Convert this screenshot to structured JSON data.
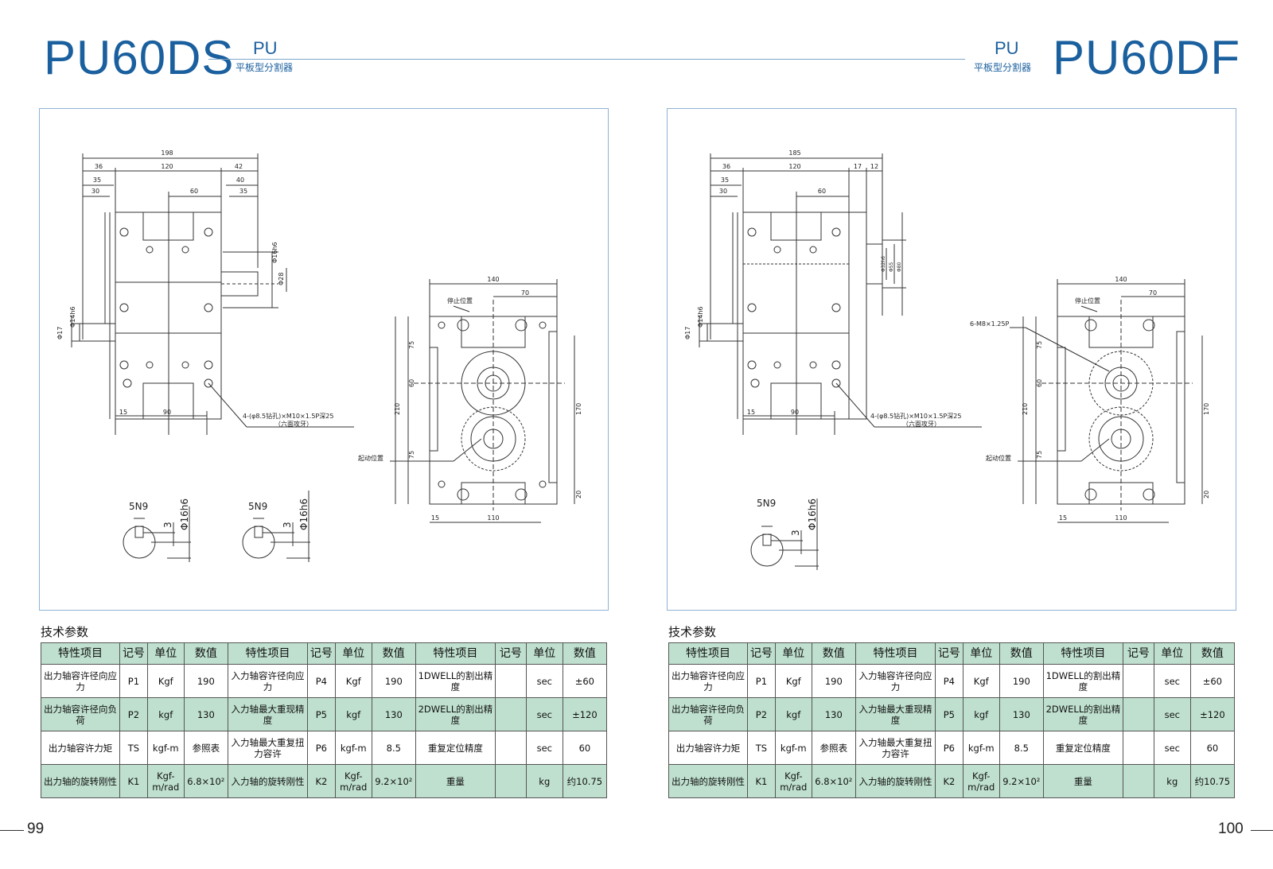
{
  "left": {
    "model": "PU60DS",
    "series": "PU",
    "subtitle": "平板型分割器",
    "section_title": "技术参数",
    "page_number": "99",
    "drawing": {
      "top_dims": [
        "198",
        "36",
        "120",
        "42",
        "35",
        "40",
        "30",
        "60",
        "35"
      ],
      "bottom_dims": [
        "15",
        "90"
      ],
      "shaft_dims": [
        "Φ16h6",
        "Φ28",
        "Φ14h6",
        "Φ17"
      ],
      "note_line1": "4-(φ8.5钻孔)×M10×1.5P深25",
      "note_line2": "（六面攻牙）",
      "side_dims": [
        "140",
        "70",
        "75",
        "60",
        "75",
        "210",
        "170",
        "20",
        "15",
        "110"
      ],
      "stop_label": "停止位置",
      "start_label": "起动位置",
      "key1": {
        "width": "5N9",
        "depth": "3",
        "dia": "Φ16h6"
      },
      "key2": {
        "width": "5N9",
        "depth": "3",
        "dia": "Φ16h6"
      }
    }
  },
  "right": {
    "model": "PU60DF",
    "series": "PU",
    "subtitle": "平板型分割器",
    "section_title": "技术参数",
    "page_number": "100",
    "drawing": {
      "top_dims": [
        "185",
        "36",
        "120",
        "17",
        "12",
        "35",
        "30",
        "60"
      ],
      "bottom_dims": [
        "15",
        "90"
      ],
      "shaft_dims": [
        "Φ32h6",
        "Φ55",
        "Φ80",
        "Φ14h6",
        "Φ17"
      ],
      "note_line1": "4-(φ8.5钻孔)×M10×1.5P深25",
      "note_line2": "（六面攻牙）",
      "side_dims": [
        "140",
        "70",
        "75",
        "60",
        "75",
        "210",
        "170",
        "20",
        "15",
        "110"
      ],
      "stop_label": "停止位置",
      "start_label": "起动位置",
      "thread_label": "6-M8×1.25P",
      "key1": {
        "width": "5N9",
        "depth": "3",
        "dia": "Φ16h6"
      }
    }
  },
  "table": {
    "headers": [
      "特性项目",
      "记号",
      "单位",
      "数值",
      "特性项目",
      "记号",
      "单位",
      "数值",
      "特性项目",
      "记号",
      "单位",
      "数值"
    ],
    "rows": [
      [
        "出力轴容许径向应力",
        "P1",
        "Kgf",
        "190",
        "入力轴容许径向应力",
        "P4",
        "Kgf",
        "190",
        "1DWELL的割出精度",
        "",
        "sec",
        "±60"
      ],
      [
        "出力轴容许径向负荷",
        "P2",
        "kgf",
        "130",
        "入力轴最大重现精度",
        "P5",
        "kgf",
        "130",
        "2DWELL的割出精度",
        "",
        "sec",
        "±120"
      ],
      [
        "出力轴容许力矩",
        "TS",
        "kgf-m",
        "参照表",
        "入力轴最大重复扭力容许",
        "P6",
        "kgf-m",
        "8.5",
        "重复定位精度",
        "",
        "sec",
        "60"
      ],
      [
        "出力轴的旋转刚性",
        "K1",
        "Kgf-m/rad",
        "6.8×10²",
        "入力轴的旋转刚性",
        "K2",
        "Kgf-m/rad",
        "9.2×10²",
        "重量",
        "",
        "kg",
        "约10.75"
      ]
    ]
  }
}
